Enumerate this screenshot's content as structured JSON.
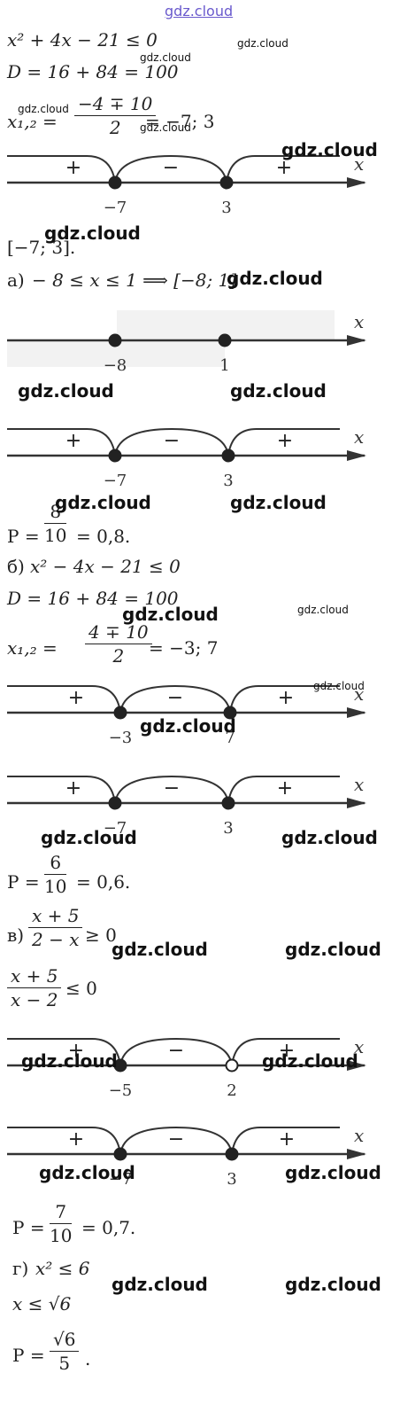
{
  "watermark": {
    "site": "gdz.cloud"
  },
  "part_intro": {
    "inequality": "x² + 4x − 21 ≤ 0",
    "discriminant": "D = 16 + 84 = 100",
    "roots_label": "x₁,₂ =",
    "roots_num": "−4 ∓ 10",
    "roots_den": "2",
    "roots_result": "= −7; 3",
    "interval": "[−7; 3]."
  },
  "part_a": {
    "label": "а)",
    "condition": "− 8 ≤ x ≤ 1 ⟹ [−8; 1]",
    "prob_prefix": "P =",
    "prob_num": "8",
    "prob_den": "10",
    "prob_result": "= 0,8."
  },
  "part_b": {
    "label": "б)",
    "inequality": "x² − 4x − 21 ≤ 0",
    "discriminant": "D = 16 + 84 = 100",
    "roots_label": "x₁,₂ =",
    "roots_num": "4 ∓ 10",
    "roots_den": "2",
    "roots_result": "= −3; 7",
    "prob_prefix": "P =",
    "prob_num": "6",
    "prob_den": "10",
    "prob_result": "= 0,6."
  },
  "part_c": {
    "label": "в)",
    "ineq1_num": "x + 5",
    "ineq1_den": "2 − x",
    "ineq1_rel": "≥ 0",
    "ineq2_num": "x + 5",
    "ineq2_den": "x − 2",
    "ineq2_rel": "≤ 0",
    "prob_prefix": "P =",
    "prob_num": "7",
    "prob_den": "10",
    "prob_result": "= 0,7."
  },
  "part_d": {
    "label": "г)",
    "ineq1": "x² ≤ 6",
    "ineq2": "x ≤ √6",
    "prob_prefix": "P =",
    "prob_num": "√6",
    "prob_den": "5",
    "prob_result": "."
  },
  "number_lines": [
    {
      "type": "sign",
      "signs": [
        "+",
        "−",
        "+"
      ],
      "points": [
        {
          "label": "−7",
          "open": false
        },
        {
          "label": "3",
          "open": false
        }
      ],
      "axis": "x"
    },
    {
      "type": "segment",
      "points": [
        {
          "label": "−8",
          "open": false
        },
        {
          "label": "1",
          "open": false
        }
      ],
      "axis": "x"
    },
    {
      "type": "sign",
      "signs": [
        "+",
        "−",
        "+"
      ],
      "points": [
        {
          "label": "−7",
          "open": false
        },
        {
          "label": "3",
          "open": false
        }
      ],
      "axis": "x"
    },
    {
      "type": "sign",
      "signs": [
        "+",
        "−",
        "+"
      ],
      "points": [
        {
          "label": "−3",
          "open": false
        },
        {
          "label": "7",
          "open": false
        }
      ],
      "axis": "x"
    },
    {
      "type": "sign",
      "signs": [
        "+",
        "−",
        "+"
      ],
      "points": [
        {
          "label": "−7",
          "open": false
        },
        {
          "label": "3",
          "open": false
        }
      ],
      "axis": "x"
    },
    {
      "type": "sign",
      "signs": [
        "+",
        "−",
        "+"
      ],
      "points": [
        {
          "label": "−5",
          "open": false
        },
        {
          "label": "2",
          "open": true
        }
      ],
      "axis": "x"
    },
    {
      "type": "sign",
      "signs": [
        "+",
        "−",
        "+"
      ],
      "points": [
        {
          "label": "−7",
          "open": false
        },
        {
          "label": "3",
          "open": false
        }
      ],
      "axis": "x"
    }
  ]
}
